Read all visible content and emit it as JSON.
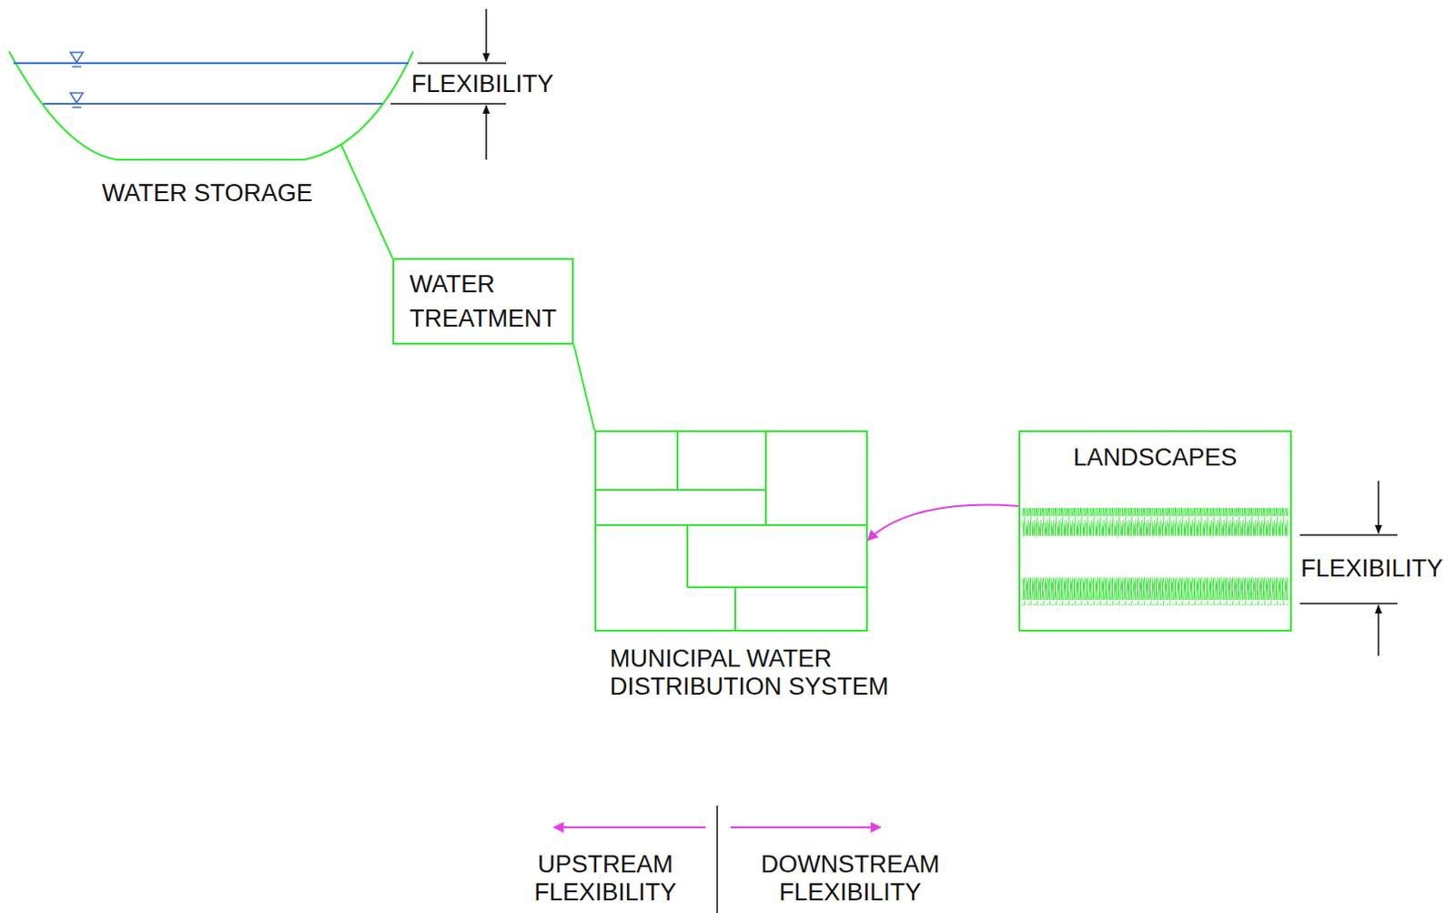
{
  "diagram": {
    "nodes": [
      {
        "text": [
          "WATER STORAGE"
        ]
      },
      {
        "text": [
          "WATER TREATMENT"
        ]
      },
      {
        "text": [
          "MUNICIPAL WATER DISTRIBUTION SYSTEM"
        ]
      },
      {
        "text": [
          "LANDSCAPES"
        ]
      }
    ],
    "edges": [
      {
        "from": 0,
        "to": 1,
        "arrow": "none"
      },
      {
        "from": 1,
        "to": 2,
        "arrow": "none"
      },
      {
        "from": 3,
        "to": 2,
        "arrow": "to"
      }
    ],
    "labels": [
      "FLEXIBILITY",
      "FLEXIBILITY"
    ],
    "legend": [
      {
        "text": "UPSTREAM FLEXIBILITY"
      },
      {
        "text": "DOWNSTREAM FLEXIBILITY"
      }
    ]
  }
}
